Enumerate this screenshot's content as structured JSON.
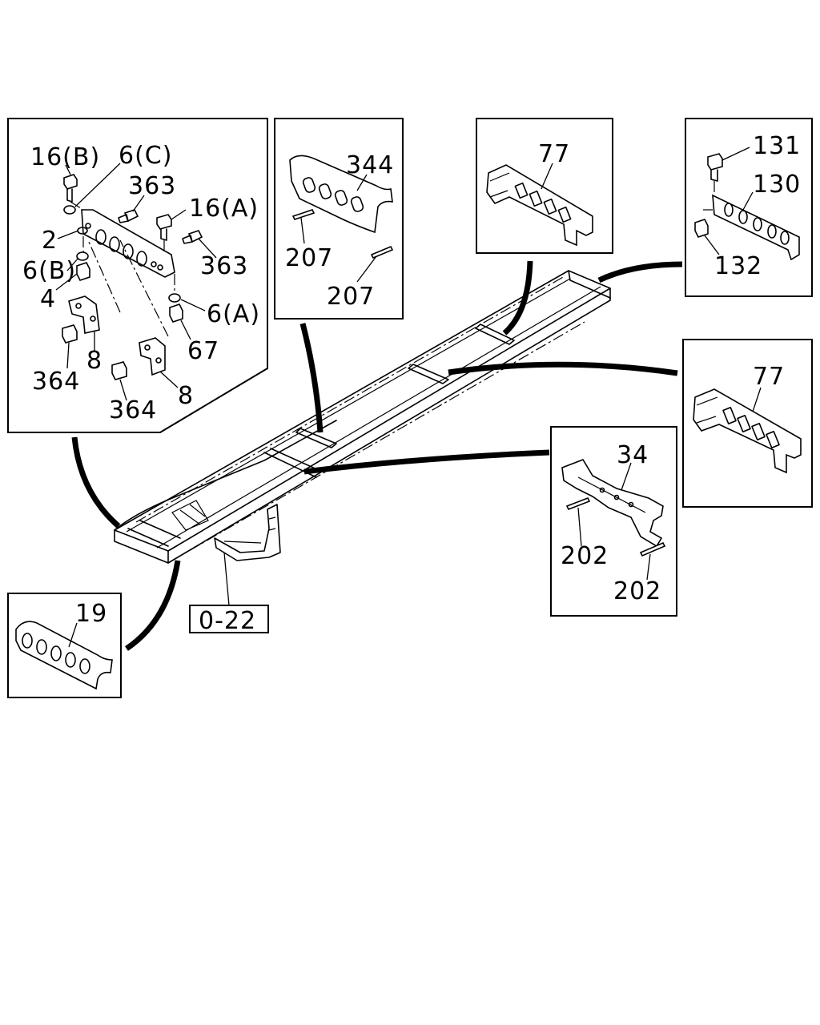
{
  "diagram": {
    "insets": {
      "bracket": {
        "labels": [
          "16(B)",
          "6(C)",
          "363",
          "16(A)",
          "2",
          "363",
          "6(B)",
          "4",
          "6(A)",
          "67",
          "8",
          "364",
          "8",
          "364"
        ]
      },
      "crossmember_344": {
        "labels": [
          "344",
          "207",
          "207"
        ]
      },
      "crossmember_77_top": {
        "labels": [
          "77"
        ]
      },
      "crossmember_130": {
        "labels": [
          "131",
          "130",
          "132"
        ]
      },
      "crossmember_77_right": {
        "labels": [
          "77"
        ]
      },
      "crossmember_34": {
        "labels": [
          "34",
          "202",
          "202"
        ]
      },
      "crossmember_19": {
        "labels": [
          "19"
        ]
      }
    },
    "reference_box": {
      "label": "0-22"
    }
  }
}
